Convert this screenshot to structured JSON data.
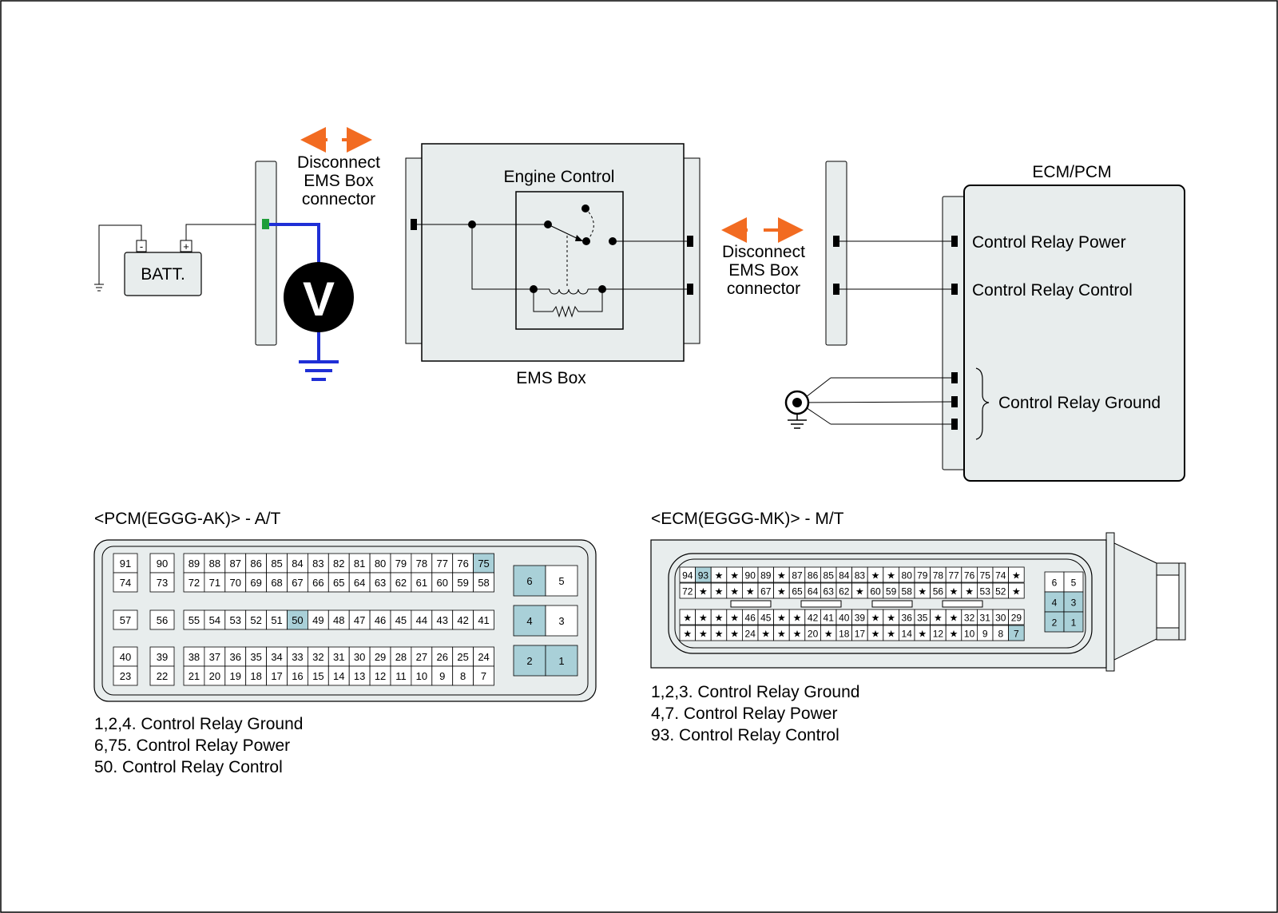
{
  "colors": {
    "panel_fill": "#e8eded",
    "highlight": "#a9d0d8",
    "wire": "#000000",
    "meter_wire": "#1f2fd6",
    "arrow": "#f26b21",
    "terminal": "#1f9e3a"
  },
  "circuit": {
    "battery_label": "BATT.",
    "battery_minus": "-",
    "battery_plus": "+",
    "voltmeter_label": "V",
    "disconnect_left": [
      "Disconnect",
      "EMS Box",
      "connector"
    ],
    "disconnect_right": [
      "Disconnect",
      "EMS Box",
      "connector"
    ],
    "ems_inner_title": "Engine Control",
    "ems_box_label": "EMS Box",
    "ecm_title": "ECM/PCM",
    "ecm_pins": {
      "power": "Control Relay Power",
      "control": "Control Relay Control",
      "ground": "Control Relay Ground"
    }
  },
  "pcm": {
    "title": "<PCM(EGGG-AK)> - A/T",
    "groups": [
      {
        "rows": [
          [
            "91"
          ],
          [
            "74"
          ]
        ]
      },
      {
        "rows": [
          [
            "90"
          ],
          [
            "73"
          ]
        ]
      },
      {
        "rows": [
          [
            "89",
            "88",
            "87",
            "86",
            "85",
            "84",
            "83",
            "82",
            "81",
            "80",
            "79",
            "78",
            "77",
            "76",
            "75"
          ],
          [
            "72",
            "71",
            "70",
            "69",
            "68",
            "67",
            "66",
            "65",
            "64",
            "63",
            "62",
            "61",
            "60",
            "59",
            "58"
          ]
        ]
      },
      {
        "rows": [
          [
            "57"
          ]
        ]
      },
      {
        "rows": [
          [
            "56"
          ]
        ]
      },
      {
        "rows": [
          [
            "55",
            "54",
            "53",
            "52",
            "51",
            "50",
            "49",
            "48",
            "47",
            "46",
            "45",
            "44",
            "43",
            "42",
            "41"
          ]
        ]
      },
      {
        "rows": [
          [
            "40"
          ],
          [
            "23"
          ]
        ]
      },
      {
        "rows": [
          [
            "39"
          ],
          [
            "22"
          ]
        ]
      },
      {
        "rows": [
          [
            "38",
            "37",
            "36",
            "35",
            "34",
            "33",
            "32",
            "31",
            "30",
            "29",
            "28",
            "27",
            "26",
            "25",
            "24"
          ],
          [
            "21",
            "20",
            "19",
            "18",
            "17",
            "16",
            "15",
            "14",
            "13",
            "12",
            "11",
            "10",
            "9",
            "8",
            "7"
          ]
        ]
      }
    ],
    "side": [
      [
        "6",
        "5"
      ],
      [
        "4",
        "3"
      ],
      [
        "2",
        "1"
      ]
    ],
    "highlighted": [
      "75",
      "50",
      "6",
      "4",
      "2",
      "1"
    ],
    "legend": [
      "1,2,4. Control Relay Ground",
      "6,75. Control Relay Power",
      "50. Control Relay Control"
    ]
  },
  "ecm": {
    "title": "<ECM(EGGG-MK)> - M/T",
    "rows": [
      [
        "94",
        "93",
        "★",
        "★",
        "90",
        "89",
        "★",
        "87",
        "86",
        "85",
        "84",
        "83",
        "★",
        "★",
        "80",
        "79",
        "78",
        "77",
        "76",
        "75",
        "74",
        "★"
      ],
      [
        "72",
        "★",
        "★",
        "★",
        "★",
        "67",
        "★",
        "65",
        "64",
        "63",
        "62",
        "★",
        "60",
        "59",
        "58",
        "★",
        "56",
        "★",
        "★",
        "53",
        "52",
        "★"
      ],
      [
        "★",
        "★",
        "★",
        "★",
        "46",
        "45",
        "★",
        "★",
        "42",
        "41",
        "40",
        "39",
        "★",
        "★",
        "36",
        "35",
        "★",
        "★",
        "32",
        "31",
        "30",
        "29"
      ],
      [
        "★",
        "★",
        "★",
        "★",
        "24",
        "★",
        "★",
        "★",
        "20",
        "★",
        "18",
        "17",
        "★",
        "★",
        "14",
        "★",
        "12",
        "★",
        "10",
        "9",
        "8",
        "7"
      ]
    ],
    "side": [
      [
        "6",
        "5"
      ],
      [
        "4",
        "3"
      ],
      [
        "2",
        "1"
      ]
    ],
    "highlighted": [
      "93",
      "7",
      "4",
      "3",
      "2",
      "1"
    ],
    "legend": [
      "1,2,3. Control Relay Ground",
      "4,7. Control Relay Power",
      "93. Control Relay Control"
    ]
  }
}
